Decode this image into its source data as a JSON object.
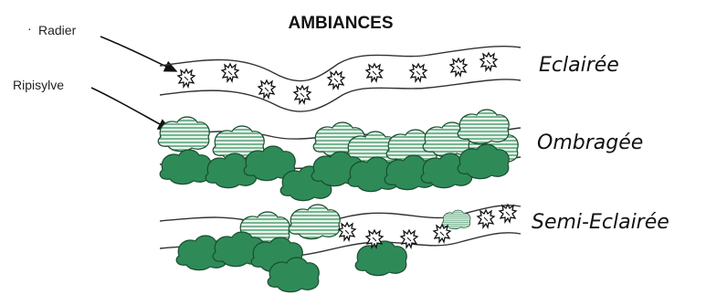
{
  "title": "AMBIANCES",
  "labels": {
    "radier_bullet": "·",
    "radier": "Radier",
    "ripisylve": "Ripisylve"
  },
  "ambiances": [
    {
      "name": "Eclairée"
    },
    {
      "name": "Ombragée"
    },
    {
      "name": "Semi-Eclairée"
    }
  ],
  "colors": {
    "canopy_dark": "#2e8b57",
    "canopy_light": "#cfe8d6",
    "outline": "#1a4d30"
  },
  "icons": {
    "radier": "radier-tuft-icon",
    "tree": "tree-canopy-icon"
  }
}
